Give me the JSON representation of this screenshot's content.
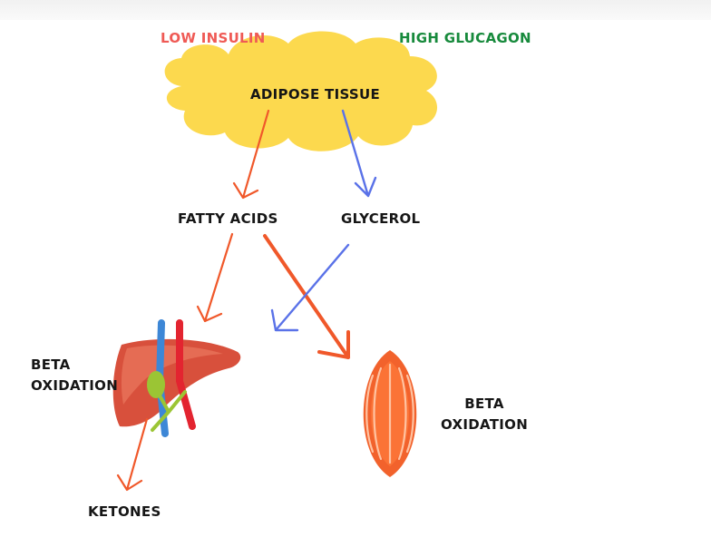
{
  "labels": {
    "low_insulin": "LOW INSULIN",
    "high_glucagon": "HIGH GLUCAGON",
    "adipose_tissue": "ADIPOSE TISSUE",
    "fatty_acids": "FATTY ACIDS",
    "glycerol": "GLYCEROL",
    "beta_oxidation_liver": [
      "BETA",
      "OXIDATION"
    ],
    "beta_oxidation_muscle": [
      "BETA",
      "OXIDATION"
    ],
    "ketones": "KETONES"
  },
  "colors": {
    "low_insulin": "#ef5a55",
    "high_glucagon": "#178a3c",
    "cloud": "#fcd94e",
    "fatty_acid_arrow": "#f0582a",
    "glycerol_arrow": "#5a72e8",
    "muscle": "#f2622c",
    "liver": "#d8503c"
  },
  "icons": [
    "adipose-cloud-icon",
    "liver-icon",
    "muscle-icon"
  ]
}
